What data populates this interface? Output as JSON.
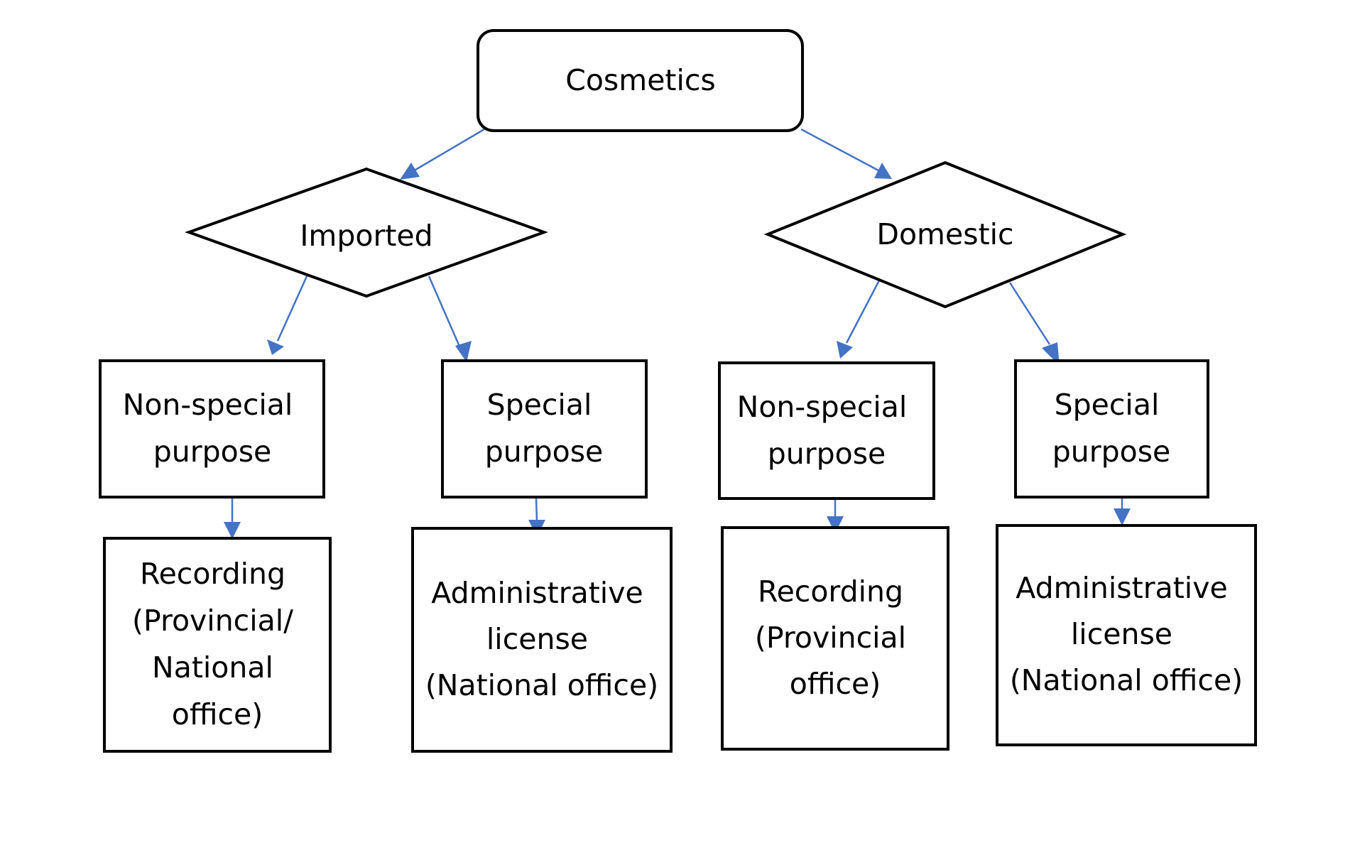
{
  "diagram": {
    "root": {
      "label": "Cosmetics"
    },
    "imported": {
      "label": "Imported",
      "non_special": {
        "lines": [
          "Non-special",
          "purpose"
        ]
      },
      "special": {
        "lines": [
          "Special",
          "purpose"
        ]
      },
      "non_special_result": {
        "lines": [
          "Recording",
          "(Provincial/",
          "National",
          "office)"
        ]
      },
      "special_result": {
        "lines": [
          "Administrative",
          "license",
          "(National office)"
        ]
      }
    },
    "domestic": {
      "label": "Domestic",
      "non_special": {
        "lines": [
          "Non-special",
          "purpose"
        ]
      },
      "special": {
        "lines": [
          "Special",
          "purpose"
        ]
      },
      "non_special_result": {
        "lines": [
          "Recording",
          "(Provincial",
          "office)"
        ]
      },
      "special_result": {
        "lines": [
          "Administrative",
          "license",
          "(National office)"
        ]
      }
    },
    "colors": {
      "arrow": "#4472c4",
      "outline": "#000000",
      "text": "#000000",
      "background": "#ffffff"
    }
  }
}
